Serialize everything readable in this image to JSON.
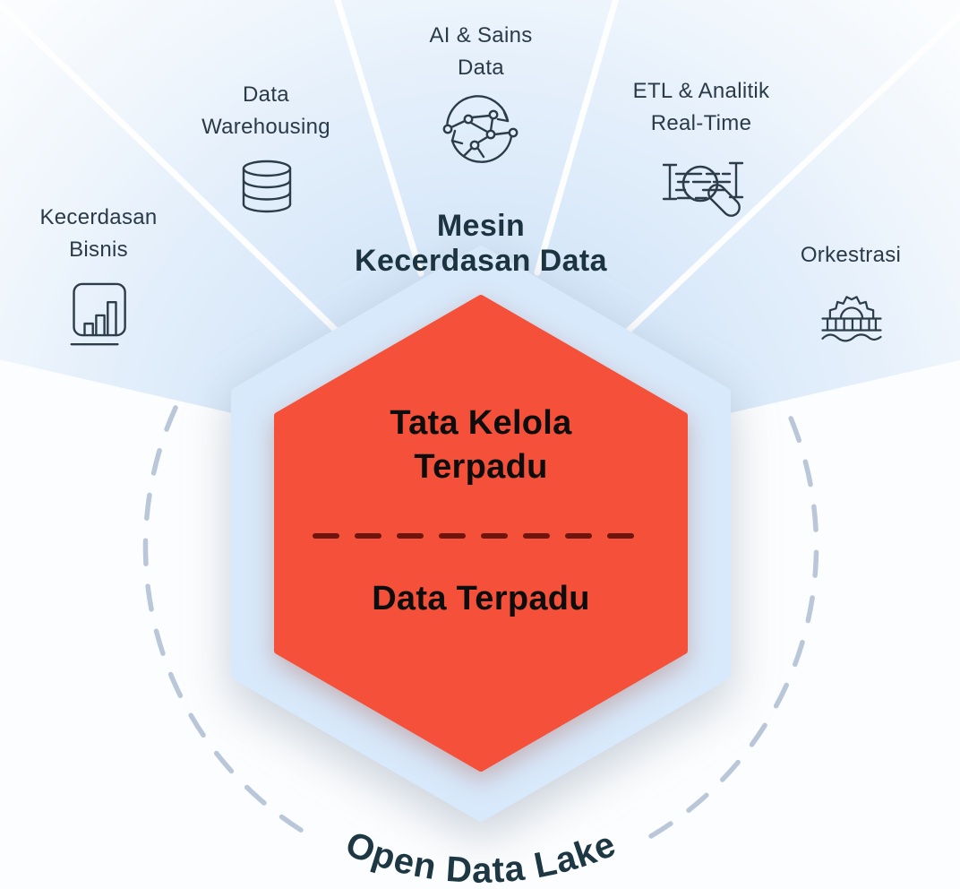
{
  "diagram": {
    "title_center": {
      "line1": "Mesin",
      "line2": "Kecerdasan Data"
    },
    "capabilities": [
      {
        "id": "business-intelligence",
        "lines": [
          "Kecerdasan",
          "Bisnis"
        ],
        "icon": "bar-chart-icon"
      },
      {
        "id": "data-warehousing",
        "lines": [
          "Data",
          "Warehousing"
        ],
        "icon": "database-icon"
      },
      {
        "id": "ai-data-science",
        "lines": [
          "AI & Sains",
          "Data"
        ],
        "icon": "ai-network-icon"
      },
      {
        "id": "etl-realtime-analytics",
        "lines": [
          "ETL & Analitik",
          "Real-Time"
        ],
        "icon": "etl-search-icon"
      },
      {
        "id": "orchestration",
        "lines": [
          "Orkestrasi"
        ],
        "icon": "orchestration-gear-icon"
      }
    ],
    "hexagon": {
      "governance_line1": "Tata Kelola",
      "governance_line2": "Terpadu",
      "unified_data": "Data Terpadu"
    },
    "data_lake_label": "Open Data Lake",
    "colors": {
      "accent_orange": "#f4503a",
      "hexagon_blue": "#d8e9fb",
      "fan_blue": "#cfe3f7",
      "divider_maroon": "#6d150e",
      "dashed_circle": "#b9c7d9",
      "heading_slate": "#1c3440",
      "label_slate": "#2a3a47",
      "hex_text_black": "#0d0d0d"
    }
  }
}
